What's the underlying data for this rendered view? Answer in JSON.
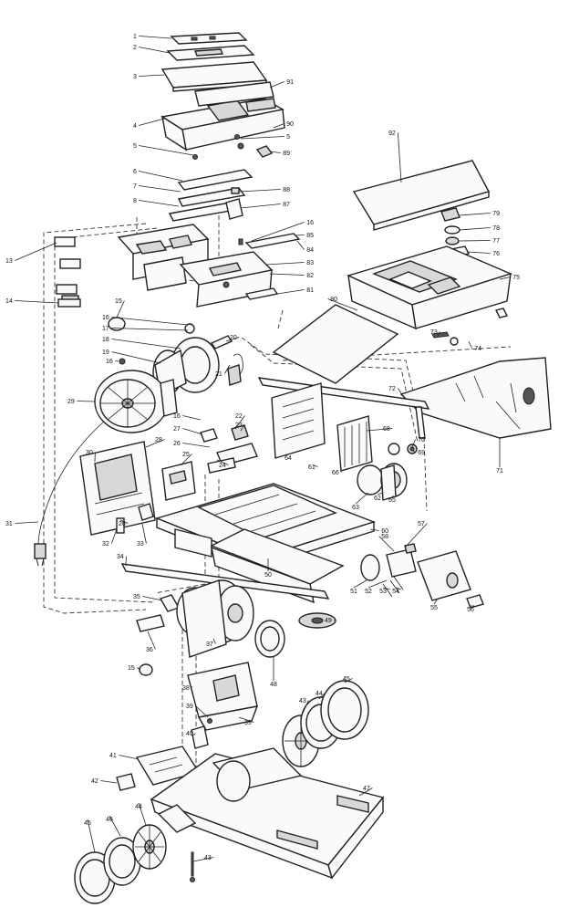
{
  "callouts": [
    {
      "label": "1"
    },
    {
      "label": "2"
    },
    {
      "label": "3"
    },
    {
      "label": "91"
    },
    {
      "label": "4"
    },
    {
      "label": "90"
    },
    {
      "label": "5"
    },
    {
      "label": "5"
    },
    {
      "label": "89"
    },
    {
      "label": "6"
    },
    {
      "label": "7"
    },
    {
      "label": "88"
    },
    {
      "label": "8"
    },
    {
      "label": "87"
    },
    {
      "label": "92"
    },
    {
      "label": "79"
    },
    {
      "label": "78"
    },
    {
      "label": "77"
    },
    {
      "label": "76"
    },
    {
      "label": "75"
    },
    {
      "label": "16"
    },
    {
      "label": "85"
    },
    {
      "label": "84"
    },
    {
      "label": "83"
    },
    {
      "label": "82"
    },
    {
      "label": "81"
    },
    {
      "label": "80"
    },
    {
      "label": "13"
    },
    {
      "label": "14"
    },
    {
      "label": "15"
    },
    {
      "label": "16"
    },
    {
      "label": "17"
    },
    {
      "label": "18"
    },
    {
      "label": "19"
    },
    {
      "label": "16"
    },
    {
      "label": "20"
    },
    {
      "label": "21"
    },
    {
      "label": "73"
    },
    {
      "label": "74"
    },
    {
      "label": "72"
    },
    {
      "label": "71"
    },
    {
      "label": "29"
    },
    {
      "label": "22"
    },
    {
      "label": "23"
    },
    {
      "label": "16"
    },
    {
      "label": "27"
    },
    {
      "label": "26"
    },
    {
      "label": "25"
    },
    {
      "label": "24"
    },
    {
      "label": "28"
    },
    {
      "label": "30"
    },
    {
      "label": "68"
    },
    {
      "label": "70"
    },
    {
      "label": "69"
    },
    {
      "label": "63"
    },
    {
      "label": "62"
    },
    {
      "label": "65"
    },
    {
      "label": "64"
    },
    {
      "label": "61"
    },
    {
      "label": "66"
    },
    {
      "label": "60"
    },
    {
      "label": "31"
    },
    {
      "label": "32"
    },
    {
      "label": "33"
    },
    {
      "label": "26"
    },
    {
      "label": "57"
    },
    {
      "label": "58"
    },
    {
      "label": "50"
    },
    {
      "label": "34"
    },
    {
      "label": "51"
    },
    {
      "label": "52"
    },
    {
      "label": "53"
    },
    {
      "label": "54"
    },
    {
      "label": "55"
    },
    {
      "label": "56"
    },
    {
      "label": "35"
    },
    {
      "label": "36"
    },
    {
      "label": "37"
    },
    {
      "label": "48"
    },
    {
      "label": "49"
    },
    {
      "label": "15"
    },
    {
      "label": "38"
    },
    {
      "label": "39"
    },
    {
      "label": "39"
    },
    {
      "label": "40"
    },
    {
      "label": "45"
    },
    {
      "label": "44"
    },
    {
      "label": "43"
    },
    {
      "label": "41"
    },
    {
      "label": "47"
    },
    {
      "label": "42"
    },
    {
      "label": "46"
    },
    {
      "label": "45"
    },
    {
      "label": "44"
    },
    {
      "label": "43"
    },
    {
      "label": "44"
    }
  ]
}
